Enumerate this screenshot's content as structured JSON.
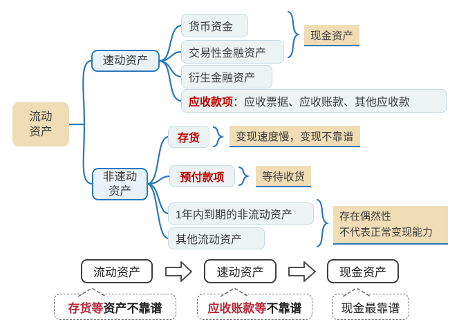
{
  "colors": {
    "line_blue": "#2b78bb",
    "node_fill_blue": "#eaf2f9",
    "leaf_fill": "#edf2f2",
    "tan_fill": "#f0ddb5",
    "underline_blue": "#2e75b6",
    "node_red": "#c00000",
    "callout_red": "#b5283a",
    "text_dark": "#3c3c3c"
  },
  "tree": {
    "root_label": "流动\n资产",
    "quick": {
      "label": "速动资产",
      "children": [
        {
          "label": "货币资金"
        },
        {
          "label": "交易性金融资产"
        },
        {
          "label": "衍生金融资产"
        },
        {
          "label_red": "应收款项",
          "label_rest": "：应收票据、应收账款、其他应收款"
        }
      ],
      "annotation_cash": "现金资产"
    },
    "non_quick": {
      "label": "非速动\n资产",
      "children": [
        {
          "label": "存货",
          "annotation": "变现速度慢，变现不靠谱"
        },
        {
          "label": "预付款项",
          "annotation": "等待收货"
        },
        {
          "label": "1年内到期的非流动资产"
        },
        {
          "label": "其他流动资产"
        }
      ],
      "pair_annotation": "存在偶然性\n不代表正常变现能力"
    }
  },
  "flow": {
    "steps": [
      "流动资产",
      "速动资产",
      "现金资产"
    ],
    "callouts": [
      {
        "red": "存货等",
        "black": "资产不靠谱"
      },
      {
        "red": "应收账款等",
        "black": "不靠谱"
      },
      {
        "red": "",
        "black": "现金最靠谱"
      }
    ]
  }
}
